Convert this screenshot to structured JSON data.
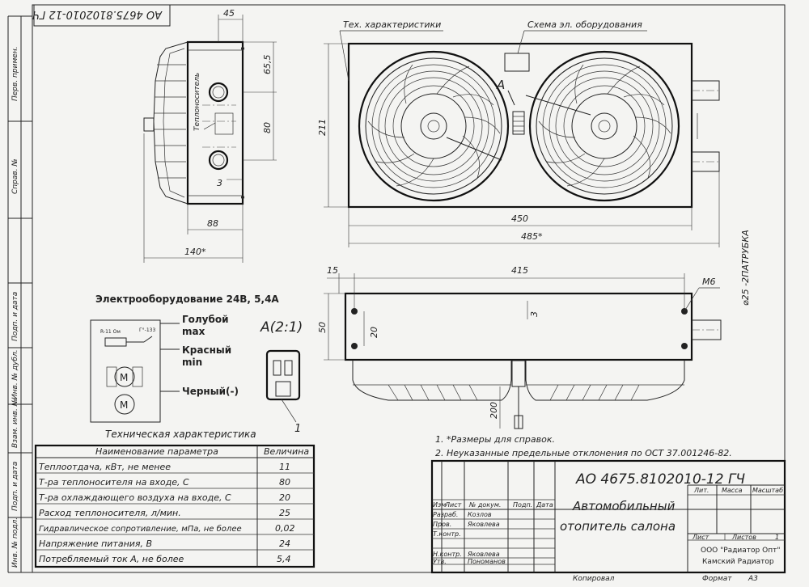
{
  "stamp_top": "АО 4675.8102010-12 ГЧ",
  "labels": {
    "tech_char_label": "Тех. характеристики",
    "scheme_label": "Схема эл. оборудования",
    "heat_carrier": "Теплоноситель",
    "detail_a": "А",
    "detail_a_scale": "А(2:1)",
    "m6": "М6",
    "pipe": "⌀25 -2ПАТРУБКА",
    "pos1": "1"
  },
  "dimensions": {
    "d45": "45",
    "d65_5": "65,5",
    "d80": "80",
    "d3a": "3",
    "d88": "88",
    "d140": "140*",
    "d211": "211",
    "d450": "450",
    "d485": "485*",
    "d15": "15",
    "d415": "415",
    "d50": "50",
    "d20": "20",
    "d3b": "3",
    "d200": "200"
  },
  "electrical": {
    "title": "Электрооборудование 24В, 5,4А",
    "blue": "Голубой",
    "max": "max",
    "red": "Красный",
    "min": "min",
    "black": "Черный(-)",
    "r_label": "R-11 Ом",
    "t_label": "Г°-133"
  },
  "notes": [
    "1. *Размеры для справок.",
    "2. Неуказанные предельные отклонения по ОСТ 37.001246-82."
  ],
  "spec_table": {
    "title": "Техническая характеристика",
    "header": [
      "Наименование параметра",
      "Величина"
    ],
    "rows": [
      [
        "Теплоотдача, кВт, не менее",
        "11"
      ],
      [
        "Т-ра теплоносителя на входе, С",
        "80"
      ],
      [
        "Т-ра охлаждающего воздуха на входе, С",
        "20"
      ],
      [
        "Расход теплоносителя, л/мин.",
        "25"
      ],
      [
        "Гидравлическое сопротивление, мПа, не более",
        "0,02"
      ],
      [
        "Напряжение питания, В",
        "24"
      ],
      [
        "Потребляемый ток А, не более",
        "5,4"
      ]
    ]
  },
  "title_block": {
    "doc_number": "АО 4675.8102010-12 ГЧ",
    "name_line1": "Автомобильный",
    "name_line2": "отопитель салона",
    "col_izm": "Изм",
    "col_list": "Лист",
    "col_ndoc": "№ докум.",
    "col_podp": "Подп.",
    "col_data": "Дата",
    "razrab": "Разраб.",
    "razrab_name": "Козлов",
    "prov": "Пров.",
    "prov_name": "Яковлева",
    "tkontr": "Т.контр.",
    "nkontr": "Н.контр.",
    "nkontr_name": "Яковлева",
    "utv": "Утв.",
    "utv_name": "Пономанов",
    "lit": "Лит.",
    "massa": "Масса",
    "masshtab": "Масштаб",
    "list": "Лист",
    "listov": "Листов",
    "listov_val": "1",
    "company1": "ООО \"Радиатор Опт\"",
    "company2": "Камский Радиатор",
    "copy": "Копировал",
    "format": "Формат",
    "format_val": "А3"
  },
  "side_strip": [
    "Перв. примен.",
    "Справ. №",
    "Подп. и дата",
    "Инв. № дубл.",
    "Взам. инв. №",
    "Подп. и дата",
    "Инв. № подл."
  ]
}
